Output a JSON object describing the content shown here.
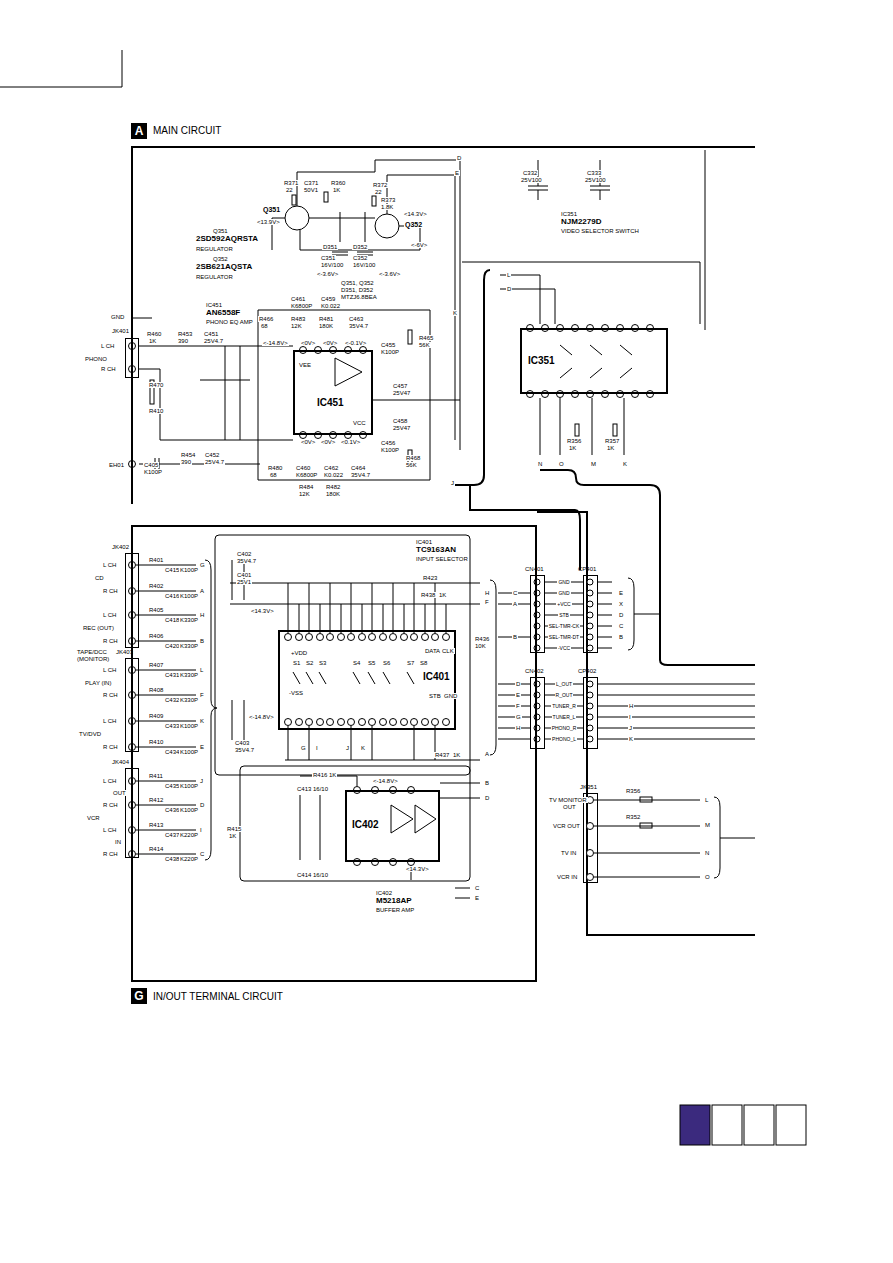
{
  "diagram": {
    "nodes": [
      {
        "text": [
          "A",
          "MAIN CIRCUIT"
        ]
      },
      {
        "text": [
          "IC451"
        ],
        "in": 0
      },
      {
        "text": [
          "IC351"
        ],
        "in": 0
      },
      {
        "text": [
          "G",
          "IN/OUT TERMINAL CIRCUIT"
        ]
      },
      {
        "text": [
          "IC401"
        ],
        "in": 3
      },
      {
        "text": [
          "IC402"
        ],
        "in": 3
      },
      {
        "text": [
          "CN401"
        ]
      },
      {
        "text": [
          "CP401"
        ]
      },
      {
        "text": [
          "CN402"
        ]
      },
      {
        "text": [
          "CP402"
        ]
      },
      {
        "text": [
          "JK351"
        ]
      },
      {
        "text": [
          "JK401"
        ]
      },
      {
        "text": [
          "JK402"
        ]
      },
      {
        "text": [
          "JK403"
        ]
      },
      {
        "text": [
          "JK404"
        ]
      }
    ],
    "edges": [
      {
        "from": 6,
        "to": 7,
        "arrow": "none",
        "label": "GND"
      },
      {
        "from": 6,
        "to": 7,
        "arrow": "none",
        "label": "GND"
      },
      {
        "from": 6,
        "to": 7,
        "arrow": "none",
        "label": "+VCC"
      },
      {
        "from": 6,
        "to": 7,
        "arrow": "none",
        "label": "STB"
      },
      {
        "from": 6,
        "to": 7,
        "arrow": "none",
        "label": "SEL-TMR-CK"
      },
      {
        "from": 6,
        "to": 7,
        "arrow": "none",
        "label": "SEL-TMR-DT"
      },
      {
        "from": 6,
        "to": 7,
        "arrow": "none",
        "label": "-VCC"
      },
      {
        "from": 8,
        "to": 9,
        "arrow": "none",
        "label": "L_OUT"
      },
      {
        "from": 8,
        "to": 9,
        "arrow": "none",
        "label": "R_OUT"
      },
      {
        "from": 8,
        "to": 9,
        "arrow": "none",
        "label": "TUNER_R"
      },
      {
        "from": 8,
        "to": 9,
        "arrow": "none",
        "label": "TUNER_L"
      },
      {
        "from": 8,
        "to": 9,
        "arrow": "none",
        "label": "PHONO_R"
      },
      {
        "from": 8,
        "to": 9,
        "arrow": "none",
        "label": "PHONO_L"
      }
    ],
    "labels": [
      "R371",
      "22",
      "C371",
      "50V1",
      "R360",
      "1K",
      "R372",
      "22",
      "R373",
      "1.8K",
      "Q351",
      "<13.9V>",
      "D351",
      "C351",
      "16V/100",
      "D352",
      "C352",
      "16V/100",
      "<-3.6V>",
      "<-3.6V>",
      "Q352",
      "<14.3V>",
      "<-6V>",
      "Q351",
      "2SD592AQRSTA",
      "REGULATOR",
      "Q352",
      "2SB621AQSTA",
      "REGULATOR",
      "Q351, Q352",
      "D351, D352",
      "MTZJ6.8BEA",
      "IC451",
      "AN6558F",
      "PHONO EQ AMP",
      "GND",
      "L CH",
      "PHONO",
      "R CH",
      "R460",
      "1K",
      "R453",
      "390",
      "C451",
      "25V4.7",
      "R466",
      "68",
      "C461",
      "K6800P",
      "C459",
      "K0.022",
      "R483",
      "12K",
      "R481",
      "180K",
      "C463",
      "35V4.7",
      "R465",
      "56K",
      "C455",
      "K100P",
      "VEE",
      "VCC",
      "<-14.8V>",
      "<0V>",
      "<0V>",
      "<-0.1V>",
      "C457",
      "25V47",
      "C458",
      "25V47",
      "<0V>",
      "<0V>",
      "<0.1V>",
      "C456",
      "K100P",
      "R454",
      "390",
      "C452",
      "25V4.7",
      "EH01",
      "C405",
      "K100P",
      "R480",
      "68",
      "C460",
      "K6800P",
      "C462",
      "K0.022",
      "C464",
      "35V4.7",
      "R484",
      "12K",
      "R482",
      "180K",
      "R468",
      "56K",
      "R470",
      "R410",
      "D",
      "E",
      "K",
      "J",
      "IC351",
      "NJM2279D",
      "VIDEO SELECTOR SWITCH",
      "C332",
      "25V100",
      "C333",
      "25V100",
      "L",
      "D",
      "R356",
      "1K",
      "R357",
      "1K",
      "N",
      "O",
      "M",
      "K",
      "L CH",
      "CD",
      "R CH",
      "REC (OUT)",
      "L CH",
      "R CH",
      "TAPE/DCC",
      "(MONITOR)",
      "PLAY (IN)",
      "L CH",
      "R CH",
      "L CH",
      "TV/DVD",
      "R CH",
      "L CH",
      "OUT",
      "R CH",
      "VCR",
      "L CH",
      "IN",
      "R CH",
      "R401",
      "R402",
      "R405",
      "R406",
      "R407",
      "R408",
      "R409",
      "R410",
      "R411",
      "R412",
      "R413",
      "R414",
      "C415",
      "K100P",
      "C416",
      "K100P",
      "C418",
      "K330P",
      "C420",
      "K330P",
      "C431",
      "K330P",
      "C432",
      "K330P",
      "C433",
      "K100P",
      "C434",
      "K100P",
      "C435",
      "K100P",
      "C436",
      "K100P",
      "C437",
      "K220P",
      "C438",
      "K220P",
      "G",
      "A",
      "H",
      "B",
      "L",
      "F",
      "K",
      "E",
      "J",
      "D",
      "I",
      "C",
      "IC401",
      "TC9163AN",
      "INPUT SELECTOR",
      "C402",
      "35V4.7",
      "C401",
      "25V1",
      "R423",
      "R438",
      "1K",
      "H",
      "F",
      "R436",
      "10K",
      "<14.3V>",
      "+VDD",
      "DATA",
      "CLK",
      "S1",
      "S2",
      "S3",
      "S4",
      "S5",
      "S6",
      "S7",
      "S8",
      "-VSS",
      "STB",
      "GND",
      "<-14.8V>",
      "C403",
      "35V4.7",
      "G",
      "I",
      "J",
      "K",
      "R437",
      "1K",
      "A",
      "R416",
      "1K",
      "B",
      "D",
      "C413",
      "16/10",
      "<-14.8V>",
      "R415",
      "1K",
      "<14.3V>",
      "C414",
      "16/10",
      "IC402",
      "M5218AP",
      "BUFFER AMP",
      "C",
      "E",
      "C",
      "A",
      "B",
      "E",
      "X",
      "D",
      "C",
      "B",
      "D",
      "E",
      "F",
      "G",
      "H",
      "H",
      "I",
      "J",
      "K",
      "TV MONITOR",
      "OUT",
      "VCR OUT",
      "TV IN",
      "VCR IN",
      "R356",
      "R352",
      "L",
      "M",
      "N",
      "O"
    ]
  }
}
